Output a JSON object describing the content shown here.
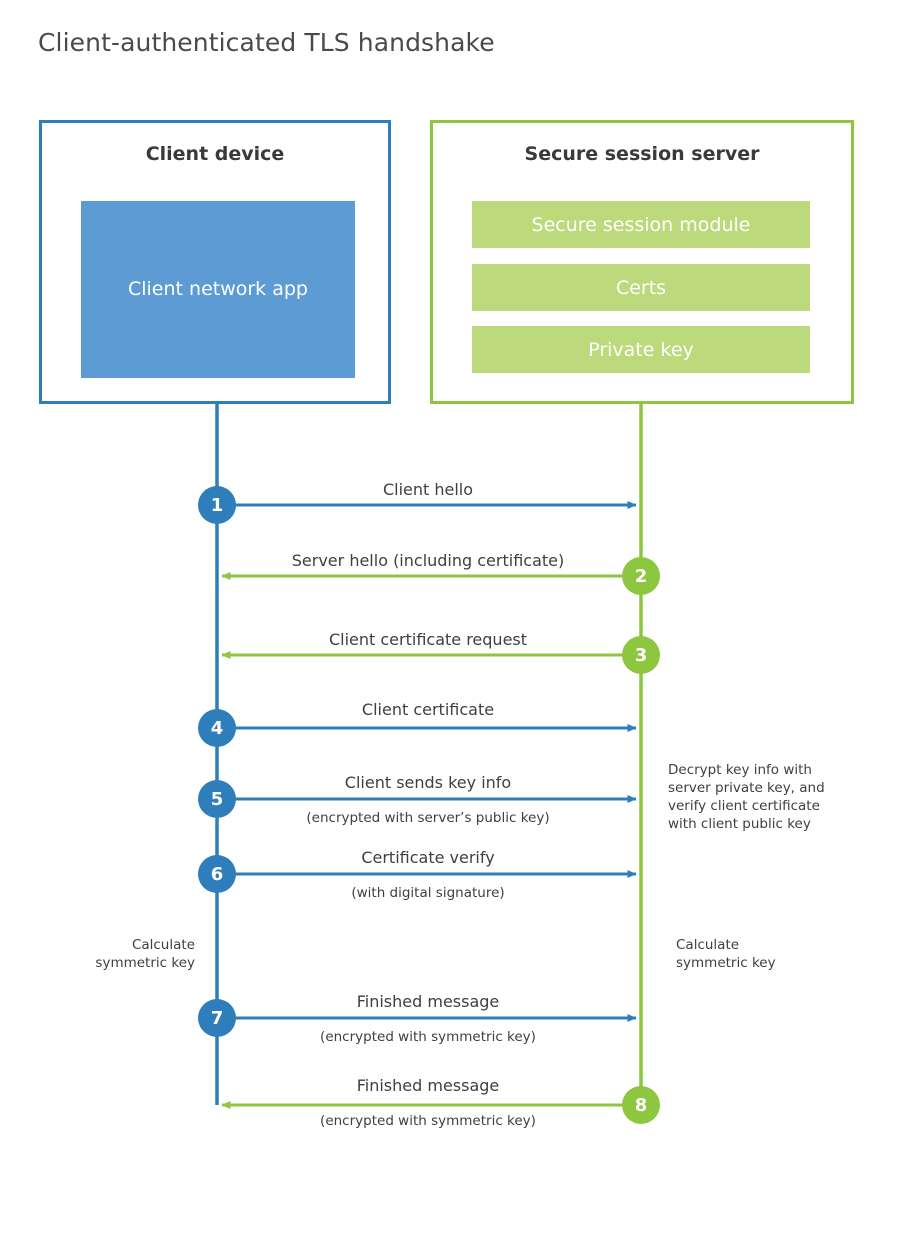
{
  "title": "Client-authenticated TLS handshake",
  "colors": {
    "client_accent": "#2E7EBB",
    "client_fill": "#5D9BD5",
    "server_accent": "#8DC63F",
    "server_fill": "#BCD97B",
    "text": "#3f3f3f",
    "title_text": "#4a4a4a",
    "background": "#ffffff"
  },
  "actors": {
    "client": {
      "title": "Client device",
      "component": "Client network app"
    },
    "server": {
      "title": "Secure session server",
      "components": [
        "Secure session module",
        "Certs",
        "Private key"
      ]
    }
  },
  "steps": [
    {
      "number": "1",
      "label": "Client hello",
      "sublabel": "",
      "direction": "client-to-server",
      "origin": "client"
    },
    {
      "number": "2",
      "label": "Server hello (including certificate)",
      "sublabel": "",
      "direction": "server-to-client",
      "origin": "server"
    },
    {
      "number": "3",
      "label": "Client certificate request",
      "sublabel": "",
      "direction": "server-to-client",
      "origin": "server"
    },
    {
      "number": "4",
      "label": "Client certificate",
      "sublabel": "",
      "direction": "client-to-server",
      "origin": "client"
    },
    {
      "number": "5",
      "label": "Client sends key info",
      "sublabel": "(encrypted with server’s public key)",
      "direction": "client-to-server",
      "origin": "client"
    },
    {
      "number": "6",
      "label": "Certificate verify",
      "sublabel": "(with digital signature)",
      "direction": "client-to-server",
      "origin": "client"
    },
    {
      "number": "7",
      "label": "Finished message",
      "sublabel": "(encrypted with symmetric key)",
      "direction": "client-to-server",
      "origin": "client"
    },
    {
      "number": "8",
      "label": "Finished message",
      "sublabel": "(encrypted with symmetric key)",
      "direction": "server-to-client",
      "origin": "server"
    }
  ],
  "notes": {
    "server_decrypt": "Decrypt key info with server private key, and verify client certificate with client public key",
    "server_decrypt_lines": [
      "Decrypt key info with",
      "server private key, and",
      "verify client certificate",
      "with client public key"
    ],
    "client_calculate_lines": [
      "Calculate",
      "symmetric key"
    ],
    "server_calculate_lines": [
      "Calculate",
      "symmetric key"
    ]
  }
}
